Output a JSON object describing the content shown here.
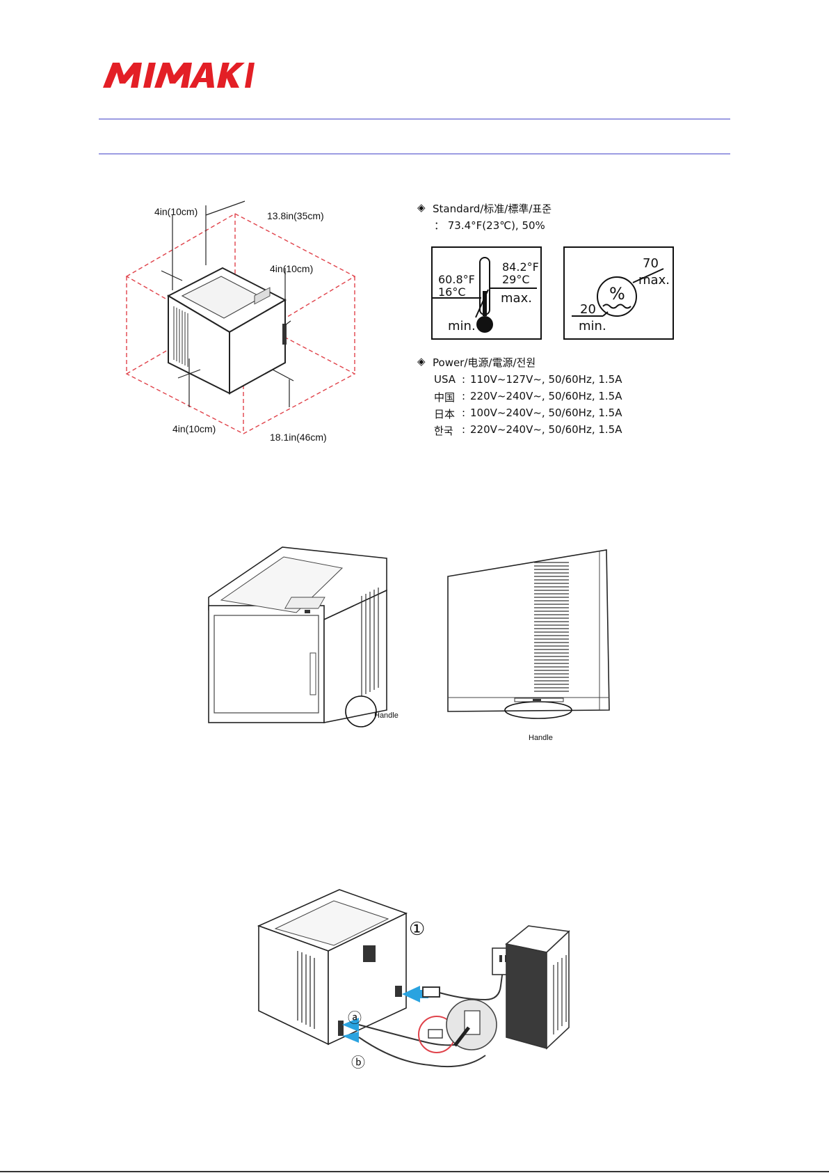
{
  "brand": {
    "name": "MIMAKI",
    "color": "#e31f26",
    "icon": "mimaki-logo"
  },
  "colors": {
    "rule": "#9c9ce2",
    "dash": "#e0424a",
    "cable_arrow": "#2aa3e0",
    "highlight_circle": "#e0424a"
  },
  "clearance": {
    "top_left": "4in(10cm)",
    "top_right": "13.8in(35cm)",
    "right": "4in(10cm)",
    "bottom_left": "4in(10cm)",
    "bottom_right": "18.1in(46cm)"
  },
  "environment": {
    "standard_heading": "Standard/标准/標準/표준",
    "standard_value": "： 73.4°F(23℃), 50%",
    "temperature": {
      "max_f": "84.2°F",
      "max_c": "29°C",
      "max_label": "max.",
      "min_f": "60.8°F",
      "min_c": "16°C",
      "min_label": "min."
    },
    "humidity": {
      "symbol": "%",
      "max_value": "70",
      "max_label": "max.",
      "min_value": "20",
      "min_label": "min."
    }
  },
  "power": {
    "heading": "Power/电源/電源/전원",
    "rows": [
      {
        "region": "USA",
        "spec": "110V~127V~, 50/60Hz, 1.5A"
      },
      {
        "region": "中国",
        "spec": "220V~240V~, 50/60Hz, 1.5A"
      },
      {
        "region": "日本",
        "spec": "100V~240V~, 50/60Hz, 1.5A"
      },
      {
        "region": "한국",
        "spec": "220V~240V~, 50/60Hz, 1.5A"
      }
    ]
  },
  "handle": {
    "label_front": "Handle",
    "label_side": "Handle"
  },
  "connection": {
    "step_1": "①",
    "port_a": "ⓐ",
    "port_b": "ⓑ"
  }
}
